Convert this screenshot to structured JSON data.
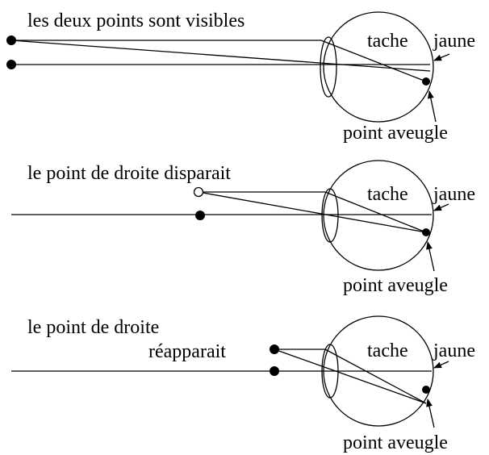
{
  "panels": [
    {
      "caption_lines": [
        "les deux points sont visibles"
      ],
      "fovea_label": [
        "tache",
        "jaune"
      ],
      "blind_spot_label": "point aveugle"
    },
    {
      "caption_lines": [
        "le point de droite disparait"
      ],
      "fovea_label": [
        "tache",
        "jaune"
      ],
      "blind_spot_label": "point aveugle"
    },
    {
      "caption_lines": [
        "le point de droite",
        "réapparait"
      ],
      "fovea_label": [
        "tache",
        "jaune"
      ],
      "blind_spot_label": "point aveugle"
    }
  ],
  "colors": {
    "ink": "#000000",
    "background": "#ffffff"
  }
}
